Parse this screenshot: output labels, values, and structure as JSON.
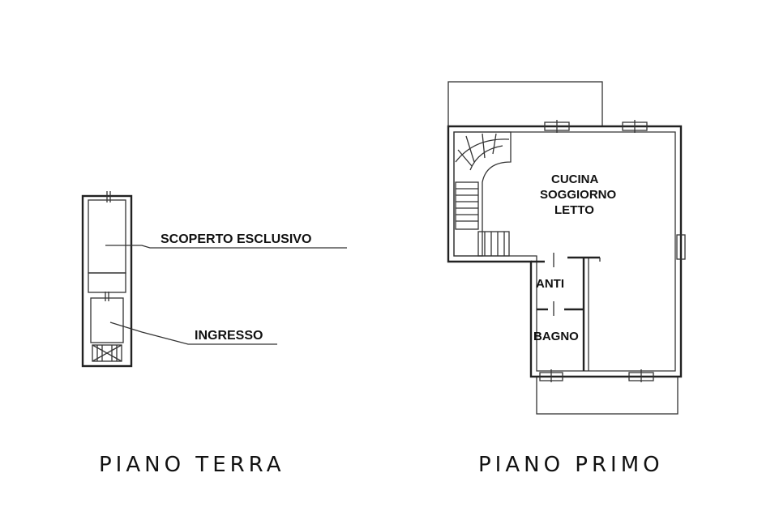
{
  "ground_floor": {
    "caption": "PIANO TERRA",
    "labels": {
      "scoperto": "SCOPERTO ESCLUSIVO",
      "ingresso": "INGRESSO"
    }
  },
  "first_floor": {
    "caption": "PIANO PRIMO",
    "labels": {
      "cucina": "CUCINA",
      "soggiorno": "SOGGIORNO",
      "letto": "LETTO",
      "anti": "ANTI",
      "bagno": "BAGNO"
    }
  },
  "colors": {
    "ink": "#222222",
    "hatch_fill": "#e2e2e2",
    "background": "#ffffff"
  }
}
